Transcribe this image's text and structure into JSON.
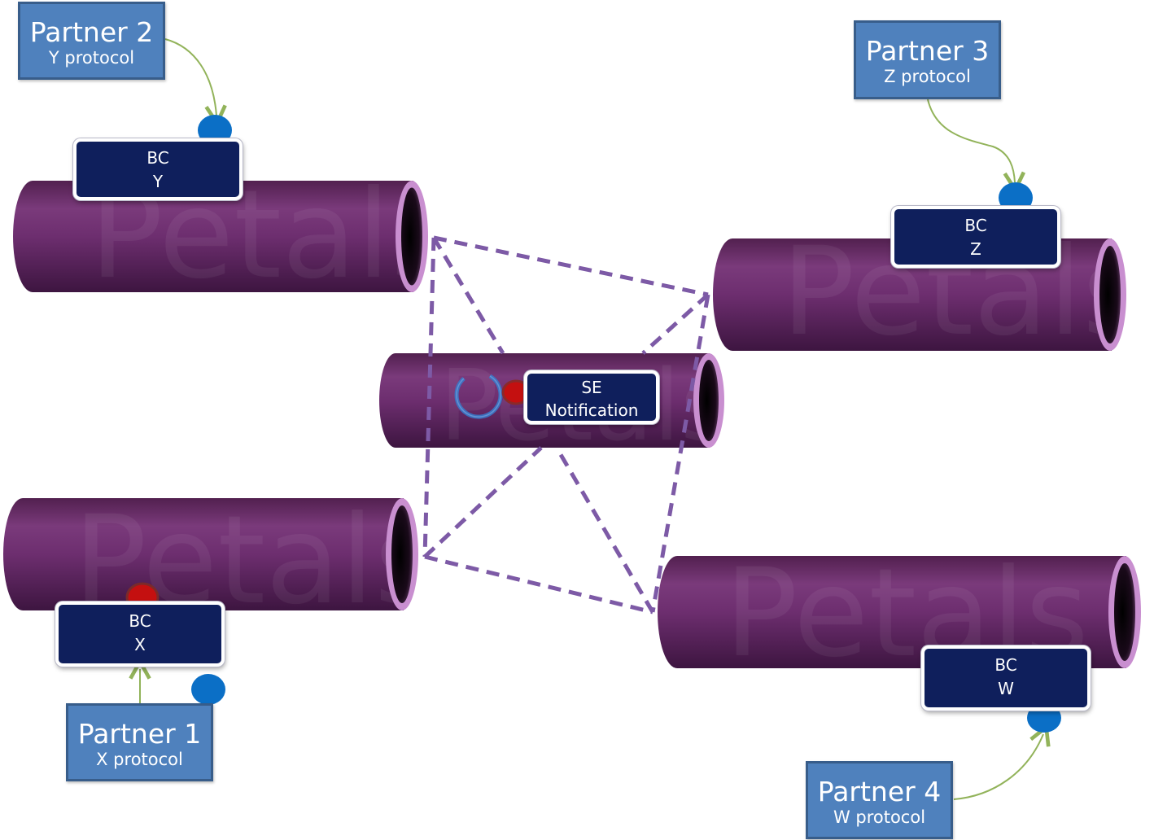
{
  "colors": {
    "partner_fill": "#4f81bd",
    "partner_border": "#385d8a",
    "component_fill": "#0f1f5c",
    "tube_body": "#6a2a6c",
    "tube_rim": "#c98fd0",
    "link_dashed": "#7d5aa6",
    "arrow_green": "#92b35a",
    "endpoint_blue": "#0b6fc6",
    "endpoint_red": "#c41010",
    "spinner_blue": "#3a78c8"
  },
  "partners": [
    {
      "id": "partner-2",
      "name": "Partner 2",
      "protocol": "Y protocol"
    },
    {
      "id": "partner-3",
      "name": "Partner 3",
      "protocol": "Z protocol"
    },
    {
      "id": "partner-1",
      "name": "Partner 1",
      "protocol": "X protocol"
    },
    {
      "id": "partner-4",
      "name": "Partner 4",
      "protocol": "W protocol"
    }
  ],
  "components": {
    "bc_y": {
      "type": "BC",
      "name": "Y"
    },
    "bc_z": {
      "type": "BC",
      "name": "Z"
    },
    "bc_x": {
      "type": "BC",
      "name": "X"
    },
    "bc_w": {
      "type": "BC",
      "name": "W"
    },
    "se_notification": {
      "type": "SE",
      "name": "Notification"
    }
  },
  "tube_watermark": "Petals",
  "icons": [
    "endpoint-dot-icon",
    "refresh-cycle-icon",
    "arrow-head-icon"
  ]
}
